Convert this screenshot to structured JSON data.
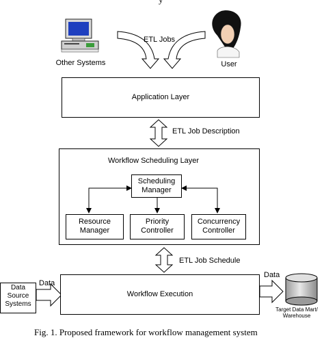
{
  "top_cutoff_text": "y",
  "sources": {
    "other_systems_label": "Other Systems",
    "user_label": "User",
    "etl_jobs_label": "ETL Jobs"
  },
  "application_layer": {
    "label": "Application Layer"
  },
  "etl_job_description_label": "ETL Job Description",
  "workflow_scheduling_layer": {
    "title": "Workflow Scheduling Layer",
    "scheduling_manager": "Scheduling\nManager",
    "resource_manager": "Resource\nManager",
    "priority_controller": "Priority\nController",
    "concurrency_controller": "Concurrency\nController"
  },
  "etl_job_schedule_label": "ETL Job Schedule",
  "workflow_execution": {
    "label": "Workflow Execution"
  },
  "data_source": {
    "label": "Data\nSource\nSystems",
    "flow_label": "Data"
  },
  "target": {
    "flow_label": "Data",
    "label": "Target Data Mart/\nWarehouse"
  },
  "caption": "Fig. 1. Proposed framework for workflow management system"
}
